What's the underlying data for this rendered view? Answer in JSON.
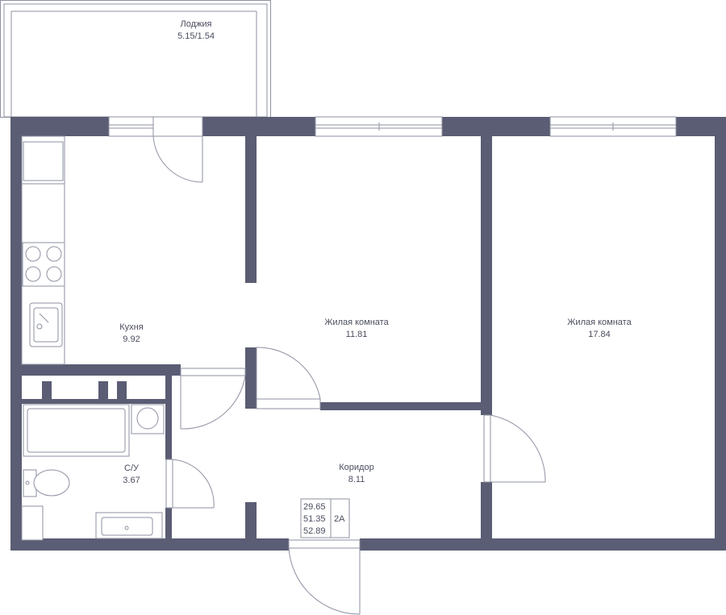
{
  "rooms": [
    {
      "id": "loggia",
      "name": "Лоджия",
      "area": "5.15/1.54"
    },
    {
      "id": "kitchen",
      "name": "Кухня",
      "area": "9.92"
    },
    {
      "id": "living1",
      "name": "Жилая комната",
      "area": "11.81"
    },
    {
      "id": "living2",
      "name": "Жилая комната",
      "area": "17.84"
    },
    {
      "id": "bathroom",
      "name": "С/У",
      "area": "3.67"
    },
    {
      "id": "corridor",
      "name": "Коридор",
      "area": "8.11"
    }
  ],
  "summary": {
    "living_area": "29.65",
    "total_area": "51.35",
    "total_with_loggia": "52.89",
    "apartment_type": "2А"
  },
  "colors": {
    "wall": "#5a5d73",
    "line": "#8e91a2",
    "text": "#4a4d5e"
  }
}
